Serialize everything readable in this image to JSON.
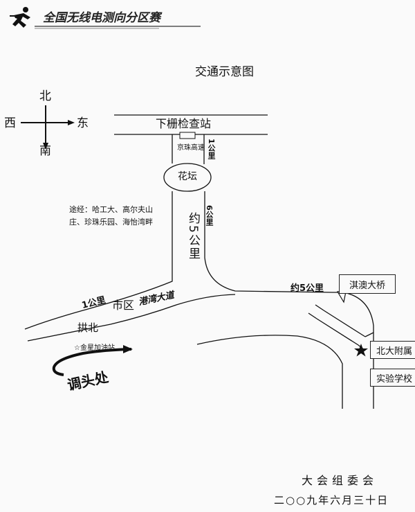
{
  "header": {
    "title": "全国无线电测向分区赛"
  },
  "map": {
    "title": "交通示意图",
    "compass": {
      "north": "北",
      "south": "南",
      "west": "西",
      "east": "东"
    },
    "checkpoint": "下栅检查站",
    "expressway": "京珠高速",
    "distance_1km_top": "1公里",
    "roundabout": "花坛",
    "distance_6km": "6公里",
    "distance_5km_vertical": "约5公里",
    "route_note": "途经：哈工大、高尔夫山庄、珍珠乐园、海怡湾畔",
    "distance_1km_left": "1公里",
    "city_area": "市区",
    "gangwan_road": "港湾大道",
    "gongbei": "拱北",
    "gas_station": "☆金星加油站",
    "u_turn": "调头处",
    "distance_5km_horizontal": "约5公里",
    "qiao_bridge": "淇澳大桥",
    "affiliated_school": "北大附属",
    "experimental_school": "实验学校"
  },
  "footer": {
    "organizer": "大会组委会",
    "date": "二○○九年六月三十日"
  }
}
